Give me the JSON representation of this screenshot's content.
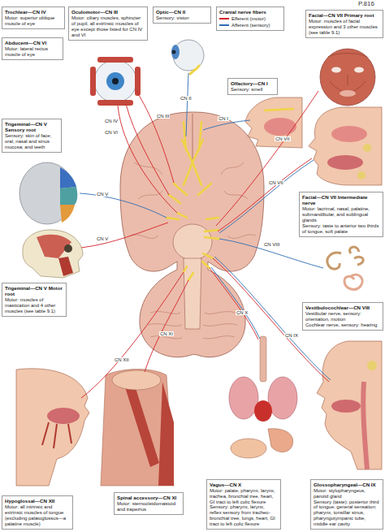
{
  "diagram": {
    "nodes": [
      {
        "text": [
          "Trochlear—CN IV",
          "Motor: superior oblique muscle of eye"
        ]
      },
      {
        "text": [
          "Oculomotor—CN III",
          "Motor: ciliary muscles, sphincter of pupil, all extrinsic muscles of eye except those listed for CN IV and VI"
        ]
      },
      {
        "text": [
          "Optic—CN II",
          "Sensory: vision"
        ]
      },
      {
        "text": [
          "Cranial nerve fibers"
        ]
      },
      {
        "text": [
          "Facial—CN VII Primary root",
          "Motor: muscles of facial expression and 3 other muscles (see table 9.1)"
        ]
      },
      {
        "text": [
          "Abducent—CN VI",
          "Motor: lateral rectus muscle of eye"
        ]
      },
      {
        "text": [
          "Olfactory—CN I",
          "Sensory: smell"
        ]
      },
      {
        "text": [
          "Trigeminal—CN V Sensory root",
          "Sensory: skin of face; oral, nasal and sinus mucosa; and teeth"
        ]
      },
      {
        "text": [
          "Facial—CN VII Intermediate nerve",
          "Motor: lacrimal, nasal, palatine, submandibular, and sublingual glands",
          "Sensory: taste to anterior two thirds of tongue, soft palate"
        ]
      },
      {
        "text": [
          "Trigeminal—CN V Motor root",
          "Motor: muscles of mastication and 4 other muscles (see table 9.1)"
        ]
      },
      {
        "text": [
          "Vestibulocochlear—CN VIII",
          "Vestibular nerve, sensory: orientation, motion",
          "Cochlear nerve, sensory: hearing"
        ]
      },
      {
        "text": [
          "Hypoglossal—CN XII",
          "Motor: all intrinsic and extrinsic muscles of tongue (excluding palatoglossus—a palatine muscle)"
        ]
      },
      {
        "text": [
          "Spinal accessory—CN XI",
          "Motor: sternocleidomastoid and trapezius"
        ]
      },
      {
        "text": [
          "Vagus—CN X",
          "Motor: palate, pharynx, larynx, trachea, bronchial tree, heart, GI tract to left colic flexure",
          "Sensory: pharynx, larynx, reflex sensory from tracheo-bronchial tree, lungs, heart, GI tract to left colic flexure"
        ]
      },
      {
        "text": [
          "Glossopharyngeal—CN IX",
          "Motor: stylopharyngeus, parotid gland",
          "Sensory (taste): posterior third of tongue; general sensation: pharynx, tonsillar sinus, pharyngotympanic tube, middle ear cavity"
        ]
      }
    ],
    "labels": [
      "P.816",
      "CN IV",
      "CN III",
      "CN II",
      "CN VI",
      "CN I",
      "CN VII",
      "CN V",
      "CN VII",
      "CN V",
      "CN VIII",
      "CN IX",
      "CN X",
      "CN XII",
      "CN XI"
    ],
    "legend": [
      {
        "text": "Efferent (motor)",
        "color": "#d2232a"
      },
      {
        "text": "Afferent (sensory)",
        "color": "#2e6db4"
      }
    ]
  }
}
